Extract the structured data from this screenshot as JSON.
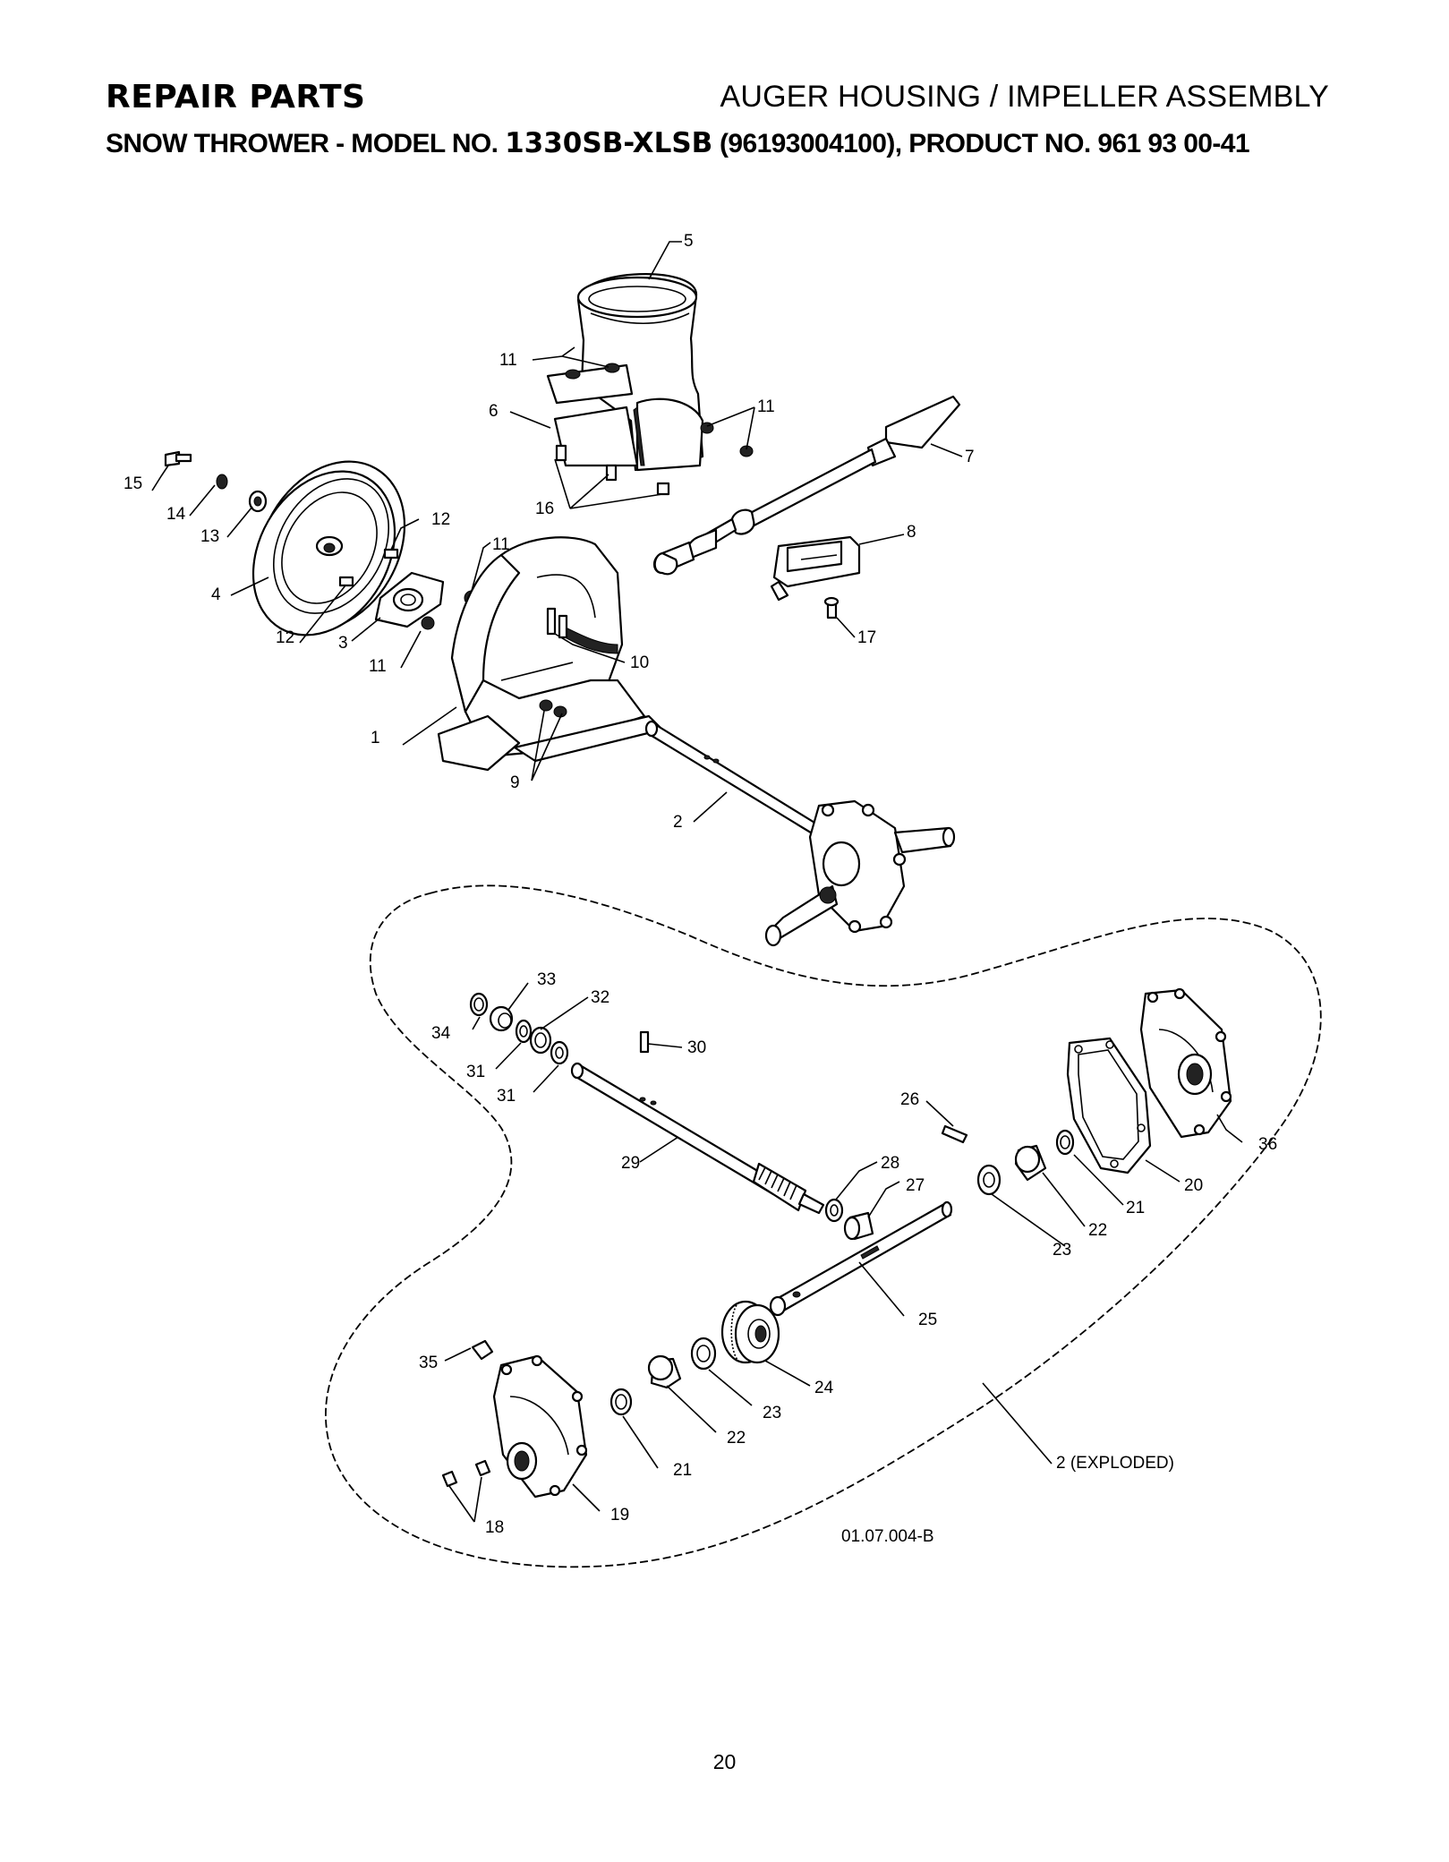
{
  "header": {
    "section": "REPAIR PARTS",
    "assembly": "AUGER HOUSING / IMPELLER ASSEMBLY",
    "model_prefix": "SNOW THROWER - MODEL NO. ",
    "model_number": "1330SB-XLSB",
    "model_suffix": " (96193004100), PRODUCT NO. 961 93 00-41"
  },
  "callouts": {
    "c1": "1",
    "c2": "2",
    "c3": "3",
    "c4": "4",
    "c5": "5",
    "c6": "6",
    "c7": "7",
    "c8": "8",
    "c9": "9",
    "c10": "10",
    "c11": "11",
    "c12": "12",
    "c13": "13",
    "c14": "14",
    "c15": "15",
    "c16": "16",
    "c17": "17",
    "c18": "18",
    "c19": "19",
    "c20": "20",
    "c21": "21",
    "c22": "22",
    "c23": "23",
    "c24": "24",
    "c25": "25",
    "c26": "26",
    "c27": "27",
    "c28": "28",
    "c29": "29",
    "c30": "30",
    "c31": "31",
    "c32": "32",
    "c33": "33",
    "c34": "34",
    "c35": "35",
    "c36": "36",
    "c2_exploded": "2 (EXPLODED)"
  },
  "diagram_code": "01.07.004-B",
  "page_number": "20"
}
